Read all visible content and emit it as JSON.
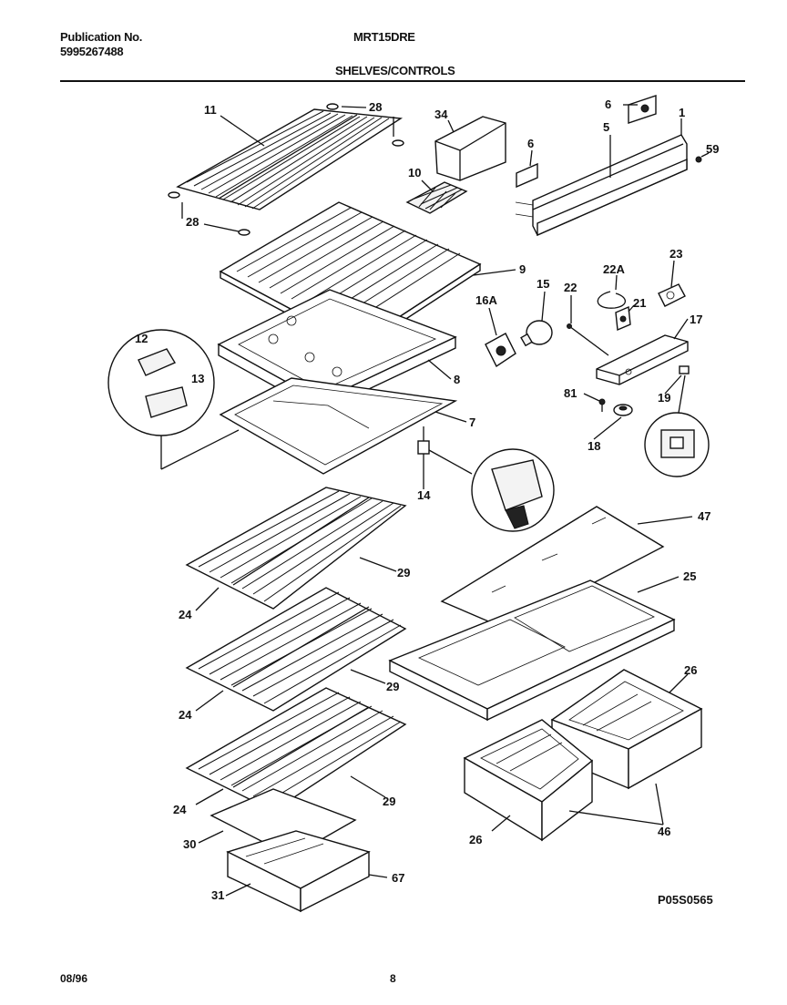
{
  "header": {
    "publication_label": "Publication No.",
    "publication_number": "5995267488",
    "model": "MRT15DRE",
    "section_title": "SHELVES/CONTROLS"
  },
  "footer": {
    "date": "08/96",
    "page": "8",
    "drawing_code": "P05S0565"
  },
  "callouts": {
    "c11": "11",
    "c28a": "28",
    "c28b": "28",
    "c34": "34",
    "c6a": "6",
    "c6b": "6",
    "c5": "5",
    "c1": "1",
    "c59": "59",
    "c10": "10",
    "c9": "9",
    "c22A": "22A",
    "c23": "23",
    "c16A": "16A",
    "c15": "15",
    "c22": "22",
    "c21": "21",
    "c17": "17",
    "c12": "12",
    "c13": "13",
    "c8": "8",
    "c81": "81",
    "c19": "19",
    "c7": "7",
    "c18": "18",
    "c14": "14",
    "c47": "47",
    "c25": "25",
    "c29a": "29",
    "c24a": "24",
    "c29b": "29",
    "c24b": "24",
    "c26a": "26",
    "c29c": "29",
    "c24c": "24",
    "c26b": "26",
    "c46": "46",
    "c30": "30",
    "c31": "31",
    "c67": "67"
  }
}
